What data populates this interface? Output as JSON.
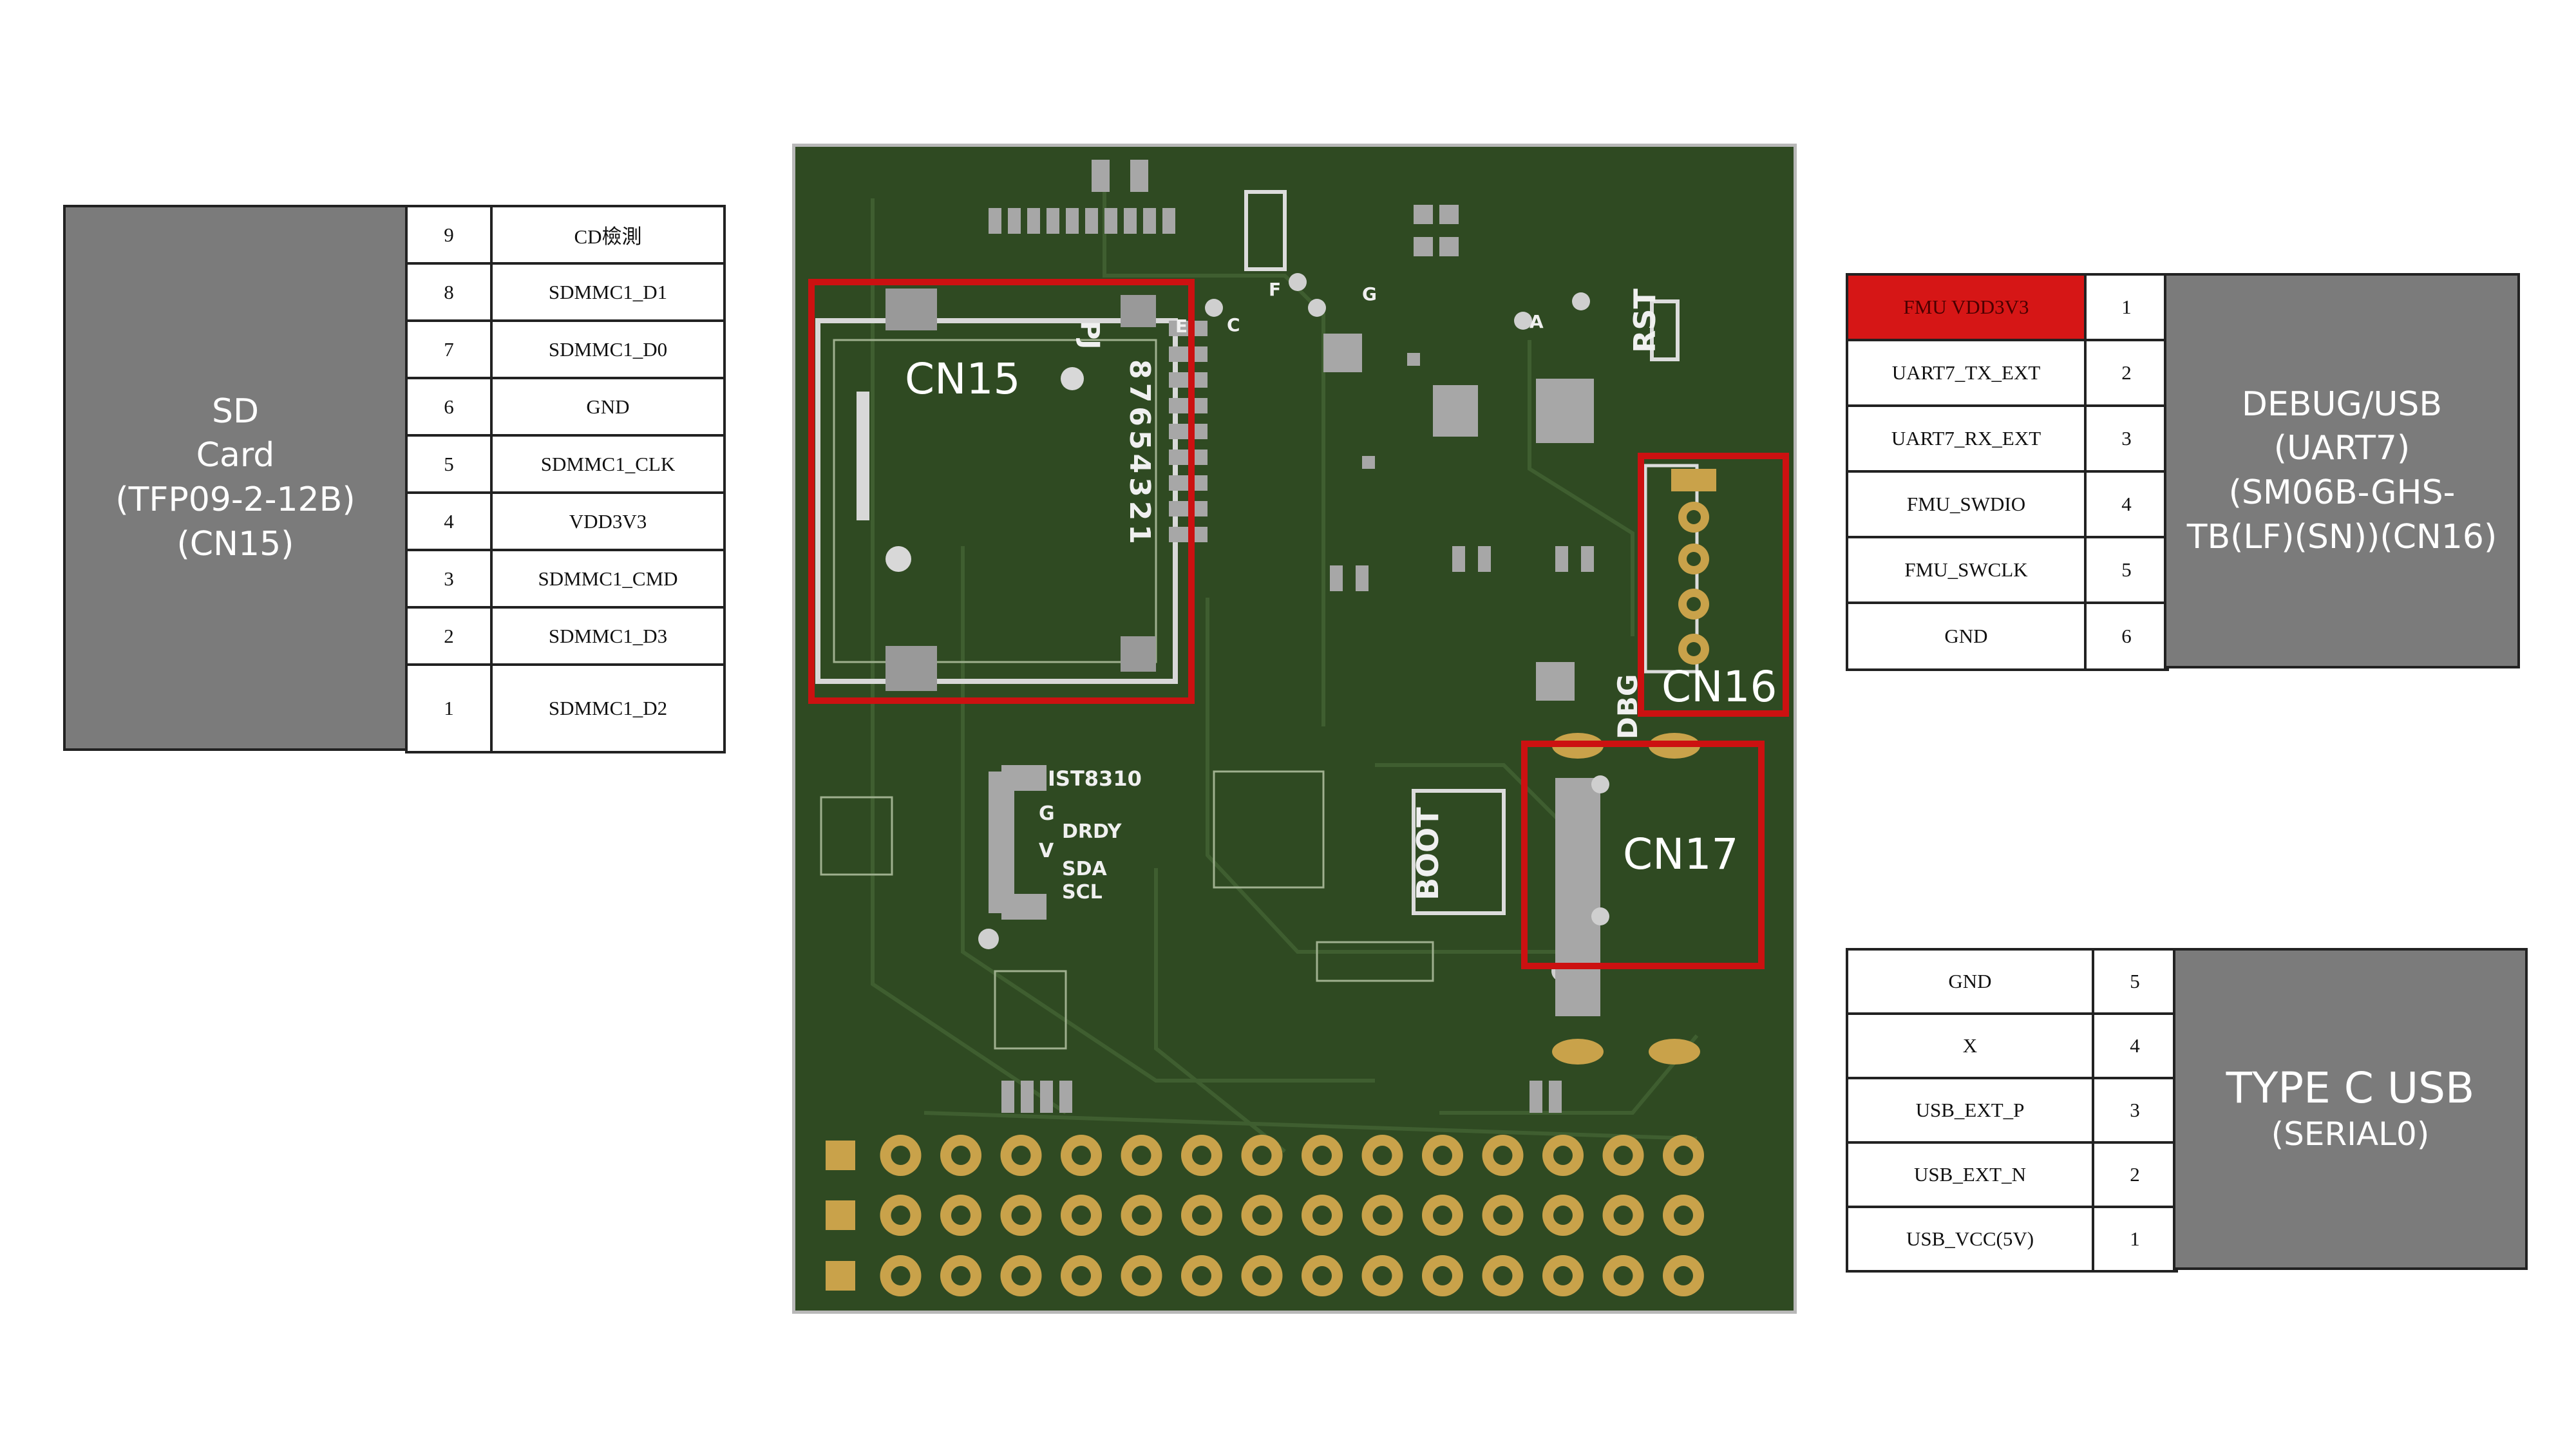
{
  "sd_card": {
    "title_lines": [
      "SD",
      "Card",
      "(TFP09-2-12B)",
      "(CN15)"
    ],
    "pins": [
      {
        "num": "9",
        "signal": "CD檢測"
      },
      {
        "num": "8",
        "signal": "SDMMC1_D1"
      },
      {
        "num": "7",
        "signal": "SDMMC1_D0"
      },
      {
        "num": "6",
        "signal": "GND"
      },
      {
        "num": "5",
        "signal": "SDMMC1_CLK"
      },
      {
        "num": "4",
        "signal": "VDD3V3"
      },
      {
        "num": "3",
        "signal": "SDMMC1_CMD"
      },
      {
        "num": "2",
        "signal": "SDMMC1_D3"
      },
      {
        "num": "1",
        "signal": "SDMMC1_D2"
      }
    ]
  },
  "debug_usb": {
    "title_lines": [
      "DEBUG/USB",
      "(UART7)",
      "(SM06B-GHS-",
      "TB(LF)(SN))(CN16)"
    ],
    "pins": [
      {
        "num": "1",
        "signal": "FMU VDD3V3",
        "highlight": true
      },
      {
        "num": "2",
        "signal": "UART7_TX_EXT"
      },
      {
        "num": "3",
        "signal": "UART7_RX_EXT"
      },
      {
        "num": "4",
        "signal": "FMU_SWDIO"
      },
      {
        "num": "5",
        "signal": "FMU_SWCLK"
      },
      {
        "num": "6",
        "signal": "GND"
      }
    ]
  },
  "type_c_usb": {
    "title": "TYPE C USB",
    "subtitle": "(SERIAL0)",
    "pins": [
      {
        "num": "5",
        "signal": "GND"
      },
      {
        "num": "4",
        "signal": "X"
      },
      {
        "num": "3",
        "signal": "USB_EXT_P"
      },
      {
        "num": "2",
        "signal": "USB_EXT_N"
      },
      {
        "num": "1",
        "signal": "USB_VCC(5V)"
      }
    ]
  },
  "pcb": {
    "connector_labels": {
      "cn15": "CN15",
      "cn16": "CN16",
      "cn17": "CN17"
    },
    "silkscreen": {
      "rst": "RST",
      "boot": "BOOT",
      "dbg": "DBG",
      "ist": "IST8310",
      "pins_g": "G",
      "pins_drdy": "DRDY",
      "pins_v": "V",
      "pins_sda": "SDA",
      "pins_scl": "SCL",
      "pj": "PJ",
      "digits": "87654321",
      "letter_e": "E",
      "letter_c": "C",
      "letter_f": "F",
      "letter_g": "G",
      "letter_a": "A"
    }
  },
  "colors": {
    "pcb_green": "#2f4a22",
    "highlight_box": "#cc1111",
    "pad_gold": "#c9a24a",
    "panel_gray": "#7b7b7b"
  }
}
